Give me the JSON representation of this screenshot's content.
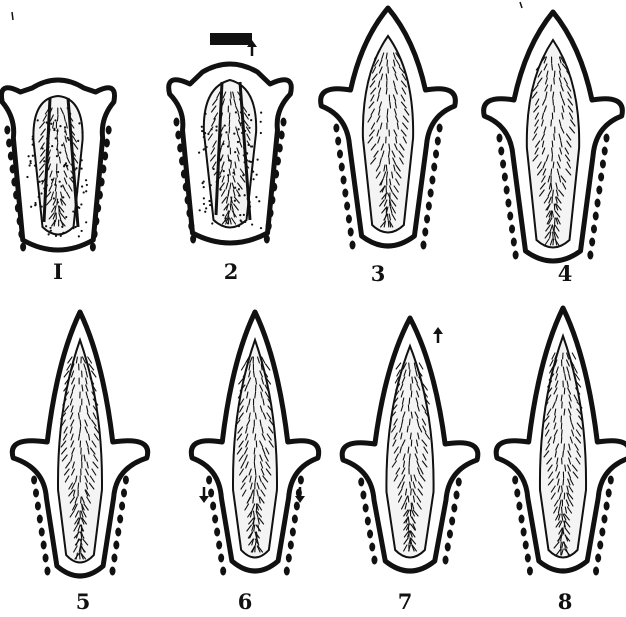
{
  "figure": {
    "panels": [
      {
        "label": "I",
        "stage": "open-tip"
      },
      {
        "label": "2",
        "stage": "open-tip"
      },
      {
        "label": "3",
        "stage": "closed-tip"
      },
      {
        "label": "4",
        "stage": "closed-tip"
      },
      {
        "label": "5",
        "stage": "closed-tip"
      },
      {
        "label": "6",
        "stage": "closed-tip"
      },
      {
        "label": "7",
        "stage": "closed-tip"
      },
      {
        "label": "8",
        "stage": "closed-tip"
      }
    ],
    "ink_color": "#111111",
    "paper_color": "#ffffff",
    "interior_color": "#f4f4f4"
  }
}
